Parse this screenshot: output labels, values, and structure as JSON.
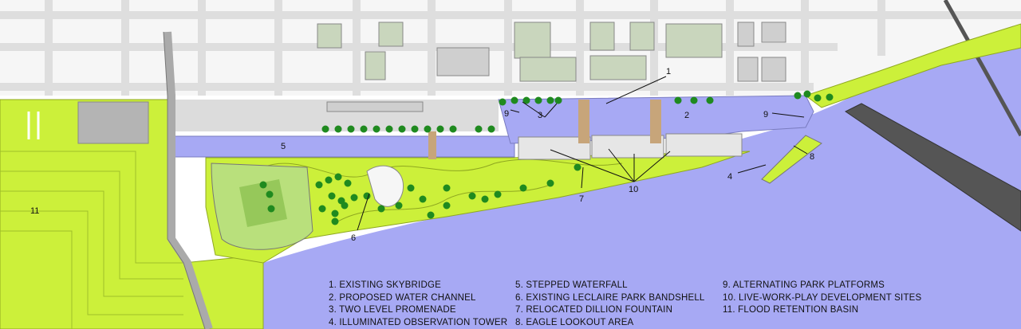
{
  "map": {
    "colors": {
      "water": "#a7a9f4",
      "park": "#ccf03a",
      "street_block": "#f5f5f5",
      "street": "#dcdcdc",
      "tree": "#1f8a1f",
      "building": "#b4b4b4"
    },
    "callouts": [
      "1",
      "2",
      "3",
      "3",
      "4",
      "5",
      "6",
      "7",
      "8",
      "9",
      "9",
      "10",
      "11"
    ],
    "legend": {
      "column1": [
        "1. EXISTING SKYBRIDGE",
        "2. PROPOSED WATER CHANNEL",
        "3. TWO LEVEL PROMENADE",
        "4. ILLUMINATED OBSERVATION TOWER"
      ],
      "column2": [
        "5. STEPPED WATERFALL",
        "6. EXISTING LECLAIRE PARK BANDSHELL",
        "7. RELOCATED DILLION FOUNTAIN",
        "8. EAGLE LOOKOUT AREA"
      ],
      "column3": [
        "9. ALTERNATING PARK PLATFORMS",
        "10. LIVE-WORK-PLAY DEVELOPMENT SITES",
        "11. FLOOD RETENTION BASIN"
      ]
    }
  }
}
